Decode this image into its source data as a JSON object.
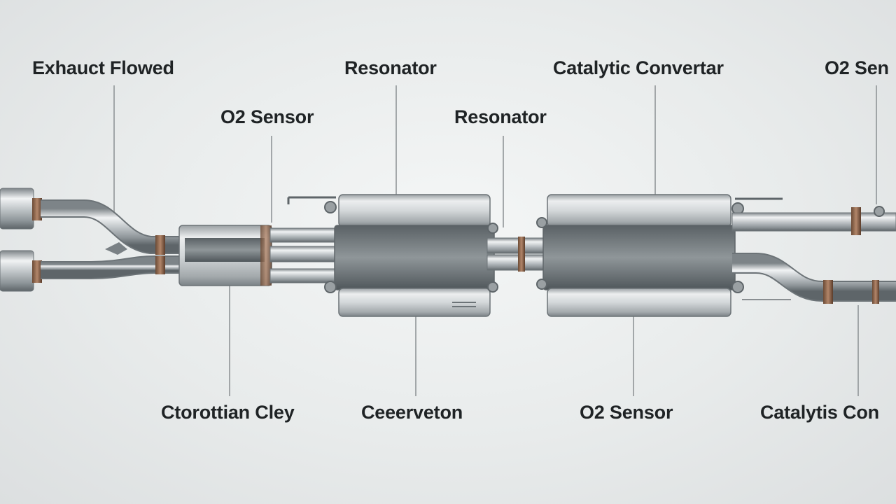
{
  "labels": {
    "top_1": "Exhauct Flowed",
    "top_2": "Resonator",
    "top_3": "Catalytic Convertar",
    "top_4": "O2 Sen",
    "mid_1": "O2 Sensor",
    "mid_2": "Resonator",
    "bottom_1": "Ctorottian Cley",
    "bottom_2": "Ceeerveton",
    "bottom_3": "O2 Sensor",
    "bottom_4": "Catalytis Con"
  },
  "colors": {
    "background": "#e8ebeb",
    "text": "#1f2325",
    "leader_line": "#8a8f92",
    "metal_light": "#eef0f1",
    "metal_mid": "#b9bec1",
    "metal_dark": "#6c7377",
    "rust_ring": "#9a6a4a"
  }
}
